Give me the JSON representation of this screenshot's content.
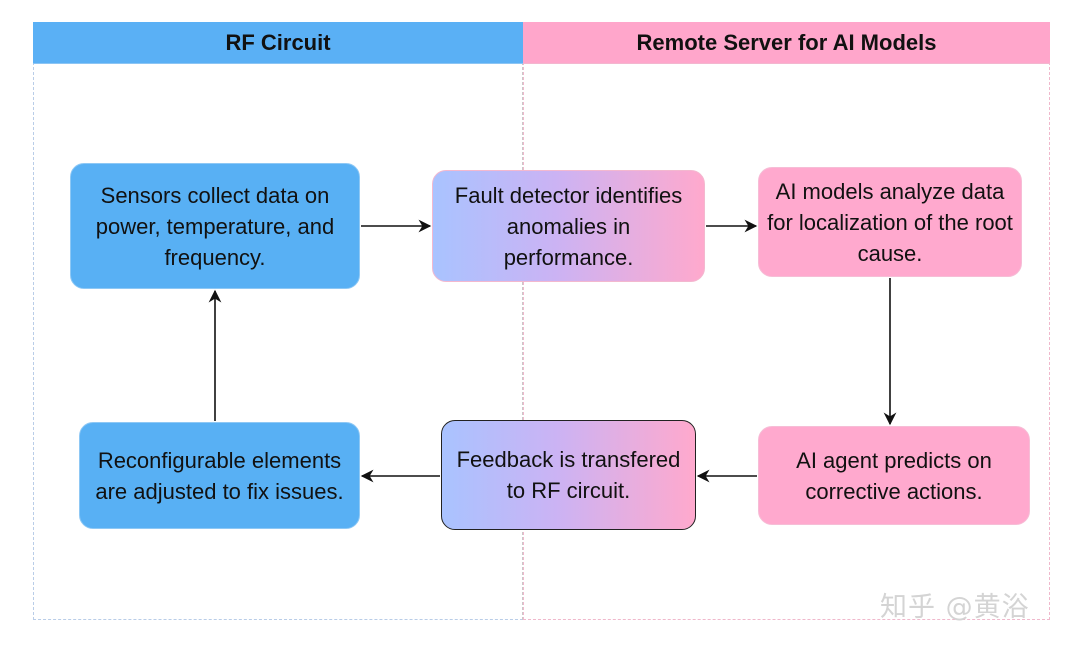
{
  "lanes": {
    "left": {
      "title": "RF Circuit"
    },
    "right": {
      "title": "Remote Server for AI Models"
    }
  },
  "nodes": {
    "sensors": "Sensors collect data on power, temperature, and frequency.",
    "fault": "Fault detector identifies anomalies in performance.",
    "ai_models": "AI models analyze data for localization of the root cause.",
    "ai_agent": "AI agent predicts on corrective actions.",
    "feedback": "Feedback is transfered to RF circuit.",
    "reconfig": "Reconfigurable elements are adjusted to fix issues."
  },
  "flow": [
    [
      "sensors",
      "fault"
    ],
    [
      "fault",
      "ai_models"
    ],
    [
      "ai_models",
      "ai_agent"
    ],
    [
      "ai_agent",
      "feedback"
    ],
    [
      "feedback",
      "reconfig"
    ],
    [
      "reconfig",
      "sensors"
    ]
  ],
  "colors": {
    "rf_lane": "#5ab0f5",
    "server_lane": "#ffa6cb",
    "node_blue": "#58b0f4",
    "node_pink": "#ffa9ce",
    "gradient_start": "#a9c3ff",
    "gradient_end": "#ffa9cd",
    "arrow": "#111111"
  },
  "watermark": "知乎 @黄浴"
}
